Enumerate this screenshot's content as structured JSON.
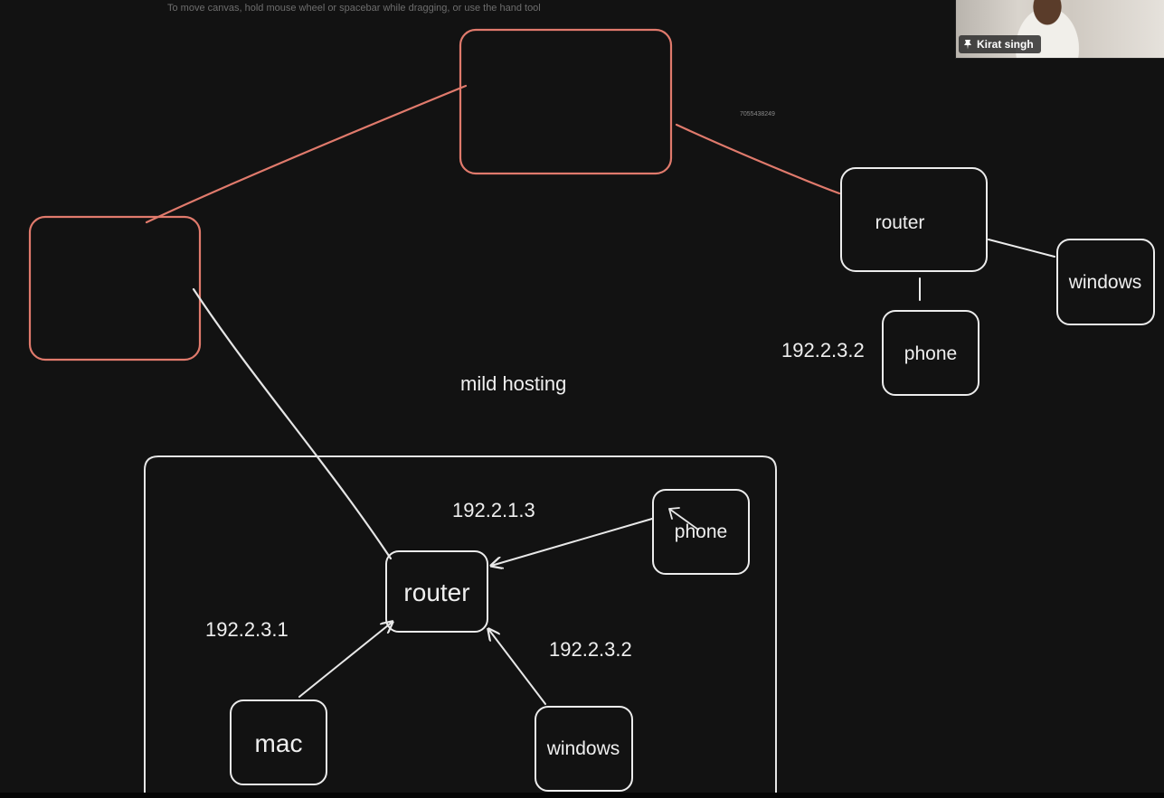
{
  "canvas": {
    "hint": "To move canvas, hold mouse wheel or spacebar while dragging, or use the hand tool",
    "phone_number": "7055438249"
  },
  "diagram": {
    "title": "mild hosting",
    "right_network": {
      "router": "router",
      "windows": "windows",
      "phone": "phone",
      "phone_ip": "192.2.3.2"
    },
    "local_network": {
      "router": "router",
      "phone": "phone",
      "mac": "mac",
      "windows": "windows",
      "phone_ip": "192.2.1.3",
      "mac_ip": "192.2.3.1",
      "windows_ip": "192.2.3.2"
    }
  },
  "video": {
    "participant_name": "Kirat singh"
  },
  "colors": {
    "background": "#121212",
    "accent_red": "#e07a6c",
    "stroke": "#ececec"
  }
}
